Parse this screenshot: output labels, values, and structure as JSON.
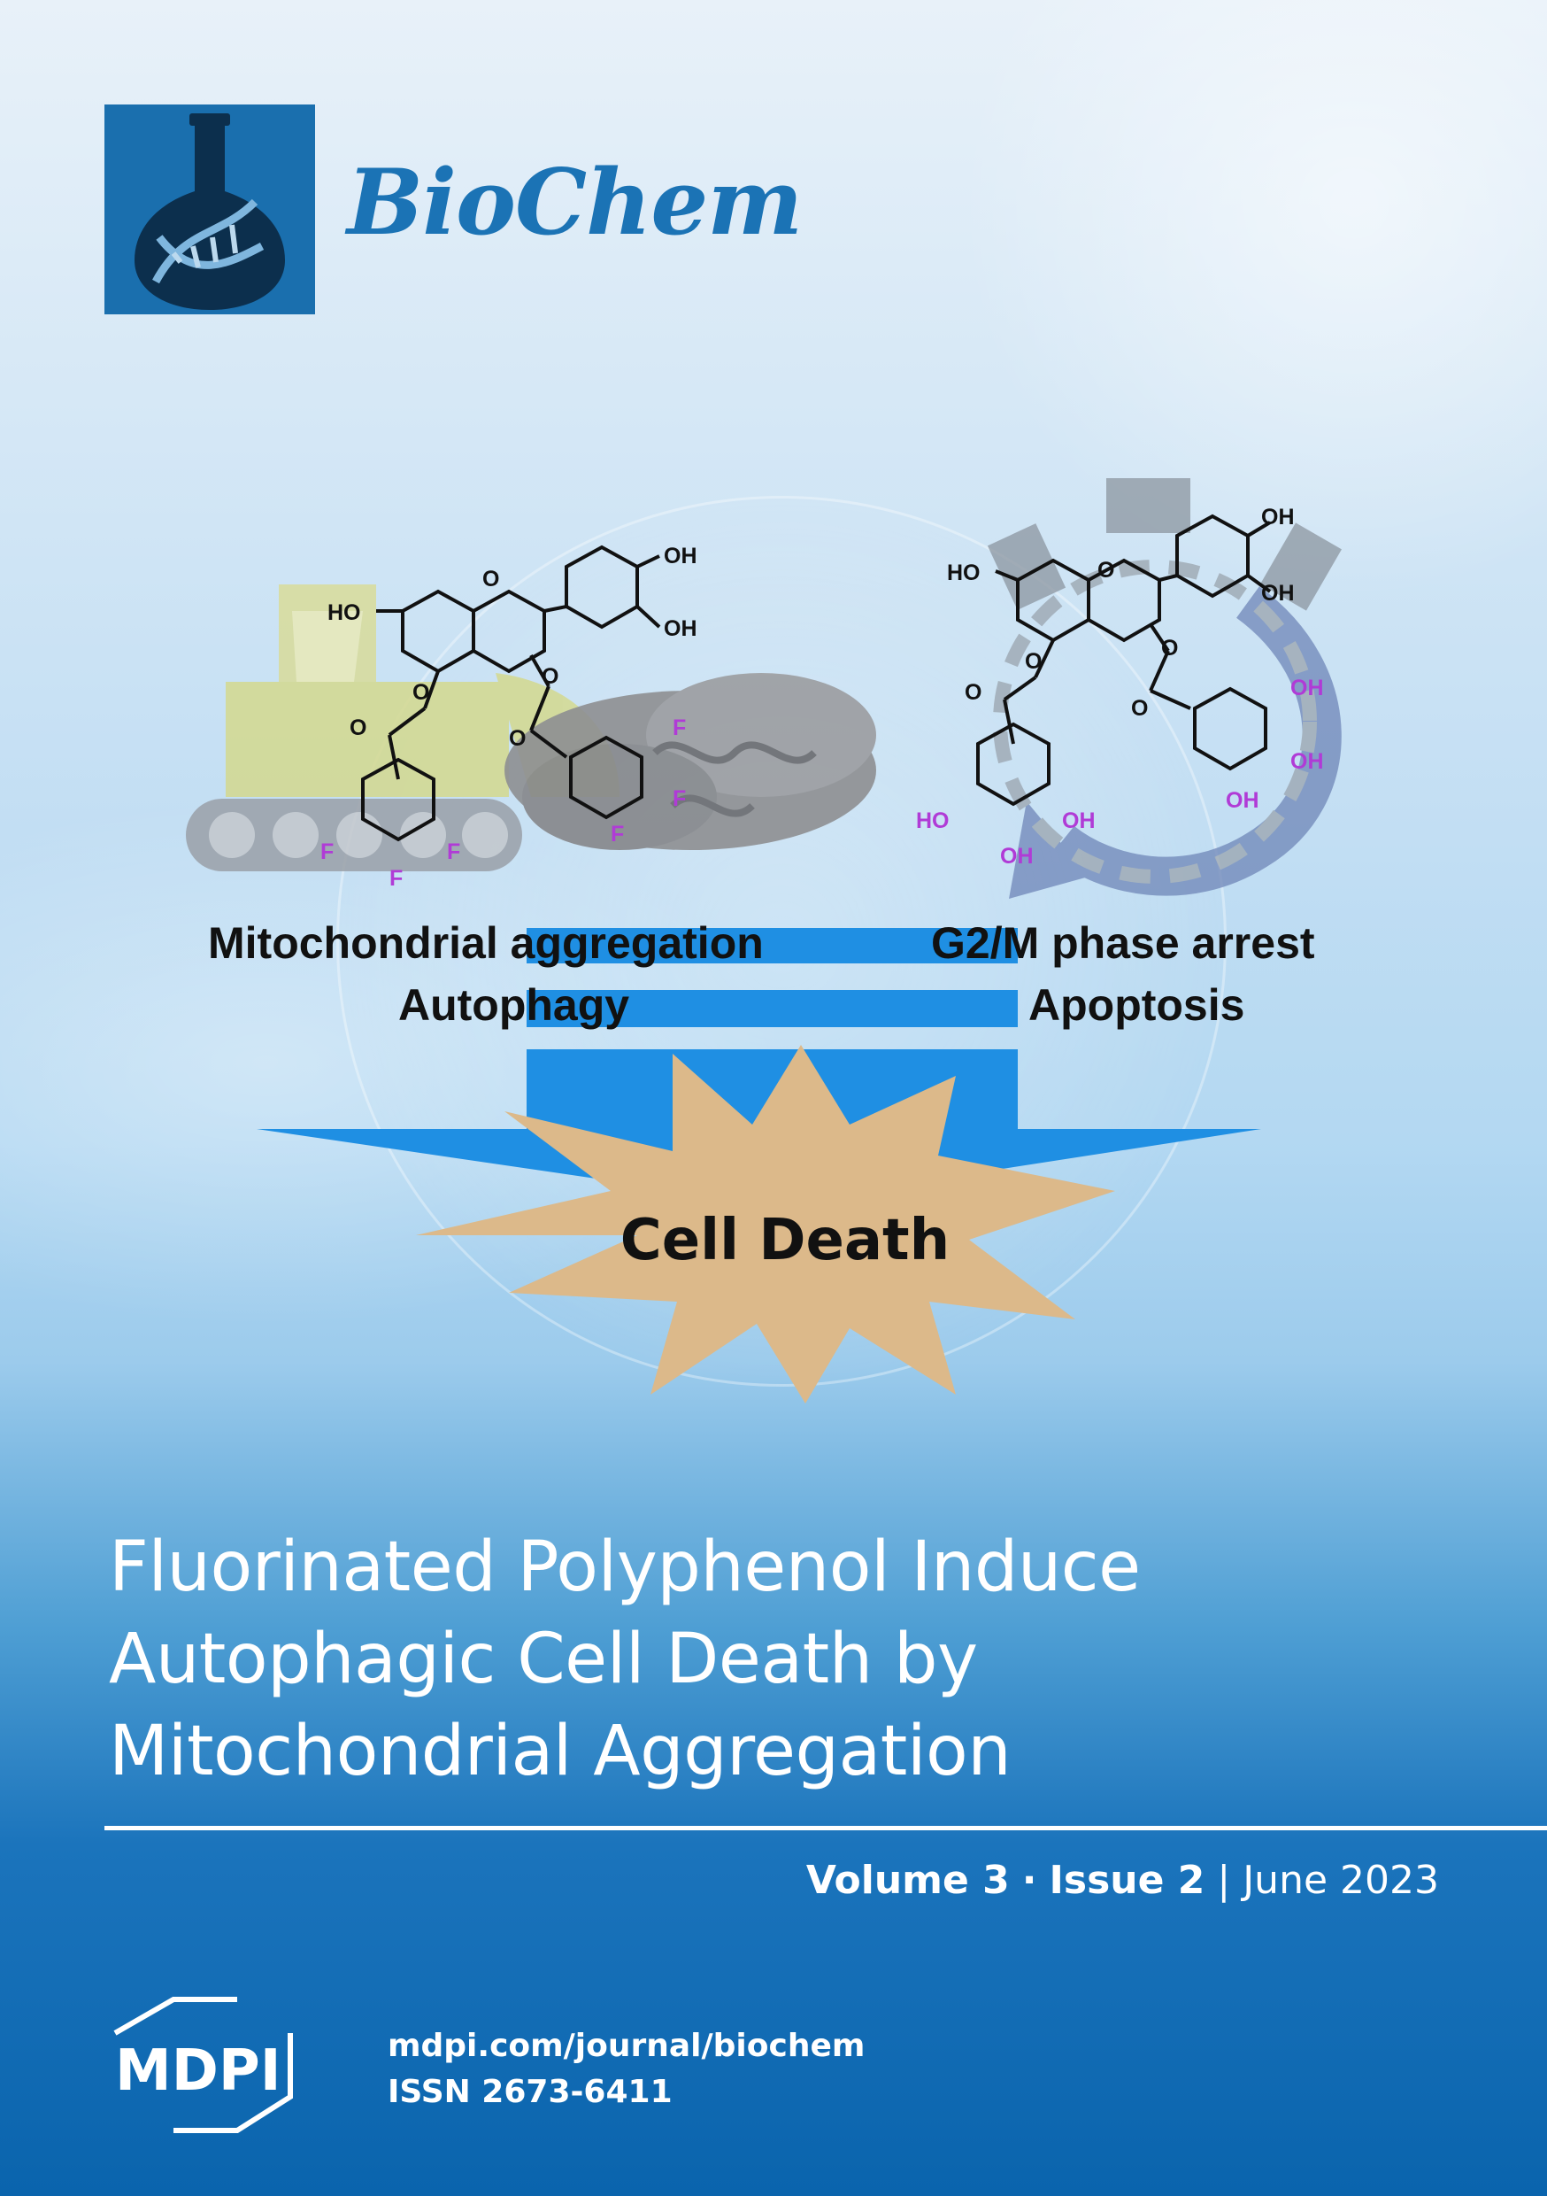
{
  "journal": {
    "name": "BioChem"
  },
  "figure": {
    "labels": {
      "left_top": "Mitochondrial aggregation",
      "left_bottom": "Autophagy",
      "right_top": "G2/M phase arrest",
      "right_bottom": "Apoptosis",
      "center": "Cell Death"
    },
    "atoms": {
      "hydroxyl": "OH",
      "hydroxyl_left": "HO",
      "oxygen": "O",
      "fluorine": "F"
    }
  },
  "article": {
    "title_lines": [
      "Fluorinated Polyphenol Induce",
      "Autophagic Cell Death by",
      "Mitochondrial Aggregation"
    ]
  },
  "issue": {
    "volume": "Volume 3",
    "separator": "·",
    "issue": "Issue 2",
    "divider": "|",
    "date": "June 2023"
  },
  "publisher": {
    "name": "MDPI",
    "url": "mdpi.com/journal/biochem",
    "issn": "ISSN 2673-6411"
  },
  "colors": {
    "brand_blue": "#1b73b5",
    "arrow_blue": "#1f8fe3",
    "burst": "#dcb98a",
    "fluorine": "#b03bd6"
  },
  "icons": [
    "flask-dna-icon",
    "mdpi-logo-icon",
    "bulldozer-icon",
    "mitochondria-icon",
    "cycle-arrow-icon"
  ]
}
